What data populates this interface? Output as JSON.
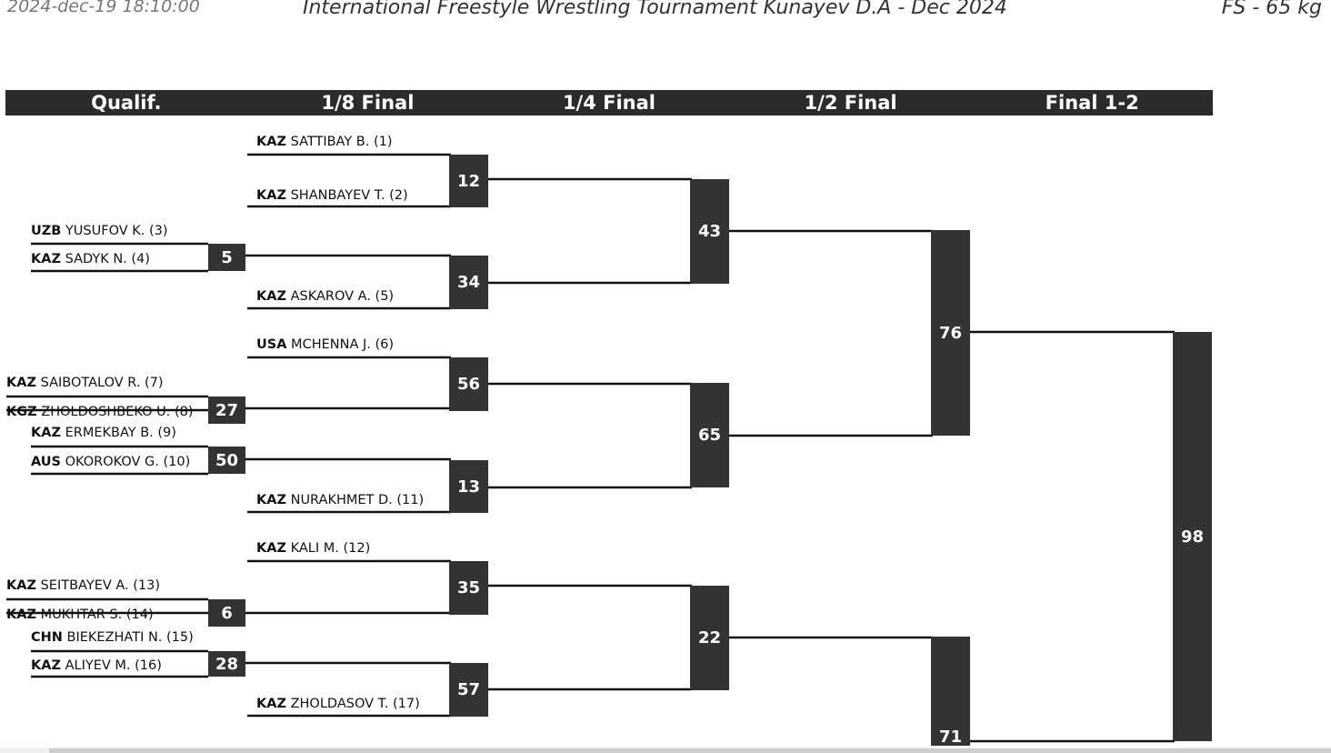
{
  "header": {
    "timestamp": "2024-dec-19 18:10:00",
    "title": "International Freestyle Wrestling Tournament Kunayev D.A - Dec 2024",
    "category": "FS - 65 kg"
  },
  "rounds": [
    "Qualif.",
    "1/8 Final",
    "1/4 Final",
    "1/2 Final",
    "Final 1-2"
  ],
  "athletes": [
    {
      "country": "KAZ",
      "name": "SATTIBAY B. (1)"
    },
    {
      "country": "KAZ",
      "name": "SHANBAYEV T. (2)"
    },
    {
      "country": "UZB",
      "name": "YUSUFOV K. (3)"
    },
    {
      "country": "KAZ",
      "name": "SADYK N. (4)"
    },
    {
      "country": "KAZ",
      "name": "ASKAROV A. (5)"
    },
    {
      "country": "USA",
      "name": "MCHENNA J. (6)"
    },
    {
      "country": "KAZ",
      "name": "SAIBOTALOV R. (7)"
    },
    {
      "country": "KGZ",
      "name": "ZHOLDOSHBEKO U. (8)"
    },
    {
      "country": "KAZ",
      "name": "ERMEKBAY B. (9)"
    },
    {
      "country": "AUS",
      "name": "OKOROKOV G. (10)"
    },
    {
      "country": "KAZ",
      "name": "NURAKHMET D. (11)"
    },
    {
      "country": "KAZ",
      "name": "KALI M. (12)"
    },
    {
      "country": "KAZ",
      "name": "SEITBAYEV A. (13)"
    },
    {
      "country": "KAZ",
      "name": "MUKHTAR S. (14)"
    },
    {
      "country": "CHN",
      "name": "BIEKEZHATI N. (15)"
    },
    {
      "country": "KAZ",
      "name": "ALIYEV M. (16)"
    },
    {
      "country": "KAZ",
      "name": "ZHOLDASOV T. (17)"
    }
  ],
  "bouts": {
    "qualif": [
      "5",
      "27",
      "50",
      "6",
      "28"
    ],
    "eighth": [
      "12",
      "34",
      "56",
      "13",
      "35",
      "57"
    ],
    "quarter": [
      "43",
      "65",
      "22"
    ],
    "semi": [
      "76",
      "71"
    ],
    "final": [
      "98"
    ]
  },
  "colors": {
    "box": "#333333",
    "header_bar": "#2b2b2b",
    "line": "#111111"
  }
}
